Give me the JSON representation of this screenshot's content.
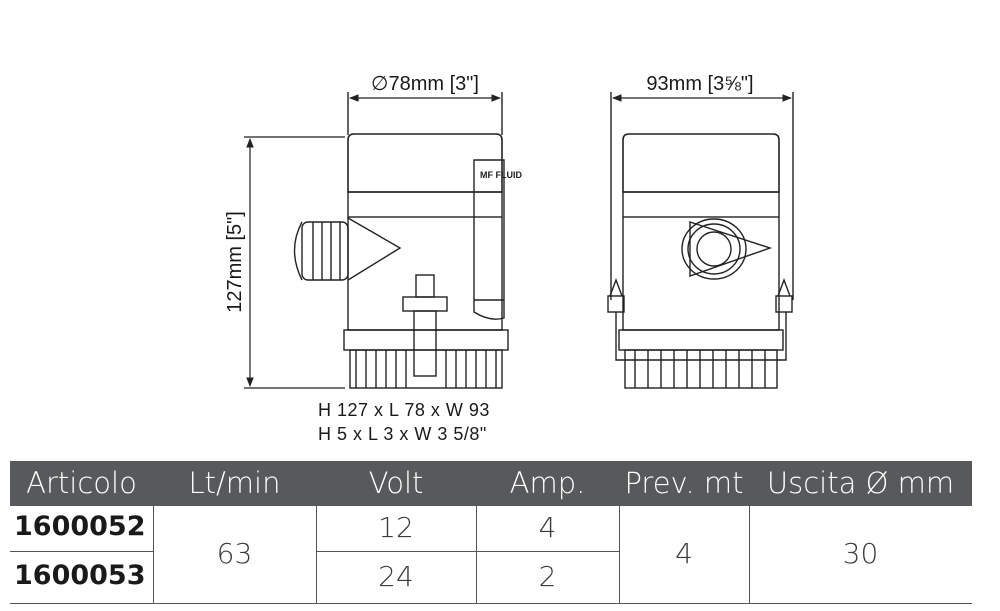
{
  "drawing": {
    "front_diameter_label": "∅78mm [3\"]",
    "side_width_label": "93mm [3⅝\"]",
    "height_label": "127mm [5\"]",
    "brand_mark": "MF FLUID",
    "specs_metric": "H 127 x L 78 x W 93",
    "specs_imperial": "H 5 x L 3 x W 3 5/8\""
  },
  "table": {
    "headers": [
      "Articolo",
      "Lt/min",
      "Volt",
      "Amp.",
      "Prev. mt",
      "Uscita  Ø mm"
    ],
    "rows": [
      {
        "articolo": "1600052",
        "lt_min": "63",
        "volt": "12",
        "amp": "4",
        "prev_mt": "4",
        "uscita": "30"
      },
      {
        "articolo": "1600053",
        "lt_min": "63",
        "volt": "24",
        "amp": "2",
        "prev_mt": "4",
        "uscita": "30"
      }
    ],
    "colors": {
      "header_bg": "#58595b",
      "header_text": "#ffffff",
      "lines": "#555555"
    }
  }
}
